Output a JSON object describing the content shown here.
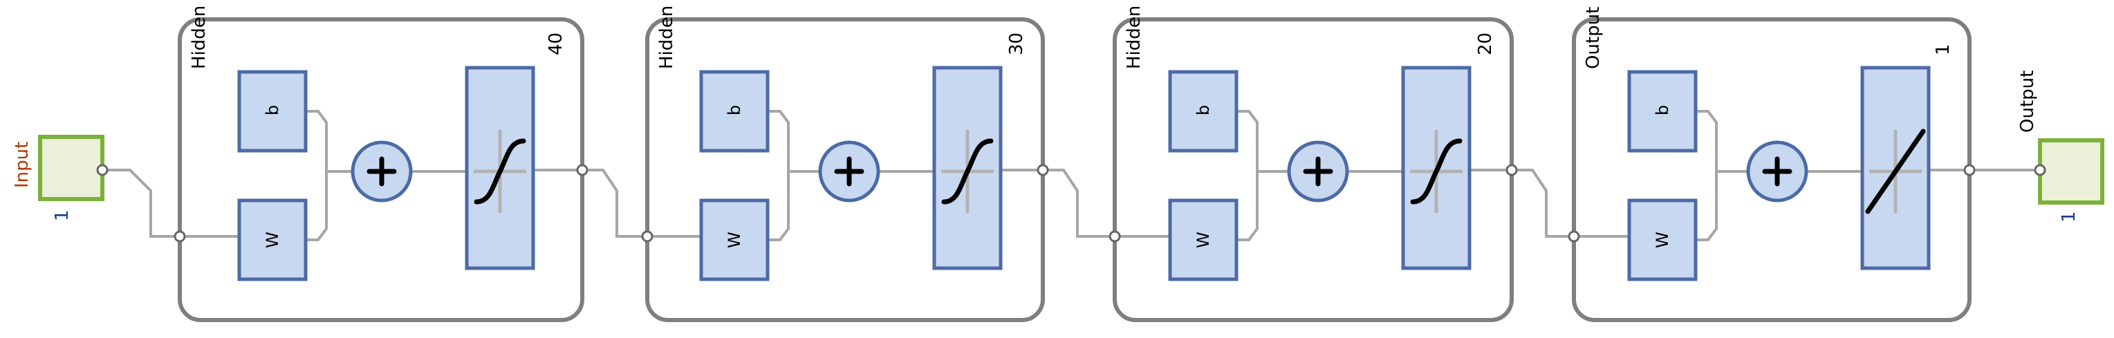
{
  "input": {
    "label": "Input",
    "size": "1",
    "label_color": "#b23a00"
  },
  "output": {
    "label": "Output",
    "size": "1",
    "label_color": "#000000"
  },
  "layers": [
    {
      "name": "Hidden 1",
      "size": "40",
      "bias_label": "b",
      "weight_label": "W",
      "transfer": "sigmoid"
    },
    {
      "name": "Hidden 2",
      "size": "30",
      "bias_label": "b",
      "weight_label": "W",
      "transfer": "sigmoid"
    },
    {
      "name": "Hidden 3",
      "size": "20",
      "bias_label": "b",
      "weight_label": "W",
      "transfer": "sigmoid"
    },
    {
      "name": "Output",
      "size": "1",
      "bias_label": "b",
      "weight_label": "W",
      "transfer": "linear"
    }
  ],
  "colors": {
    "layer_border": "#7f7f7f",
    "block_fill": "#c9d8f1",
    "block_border": "#4c6aa6",
    "io_fill": "#eaf1d8",
    "io_border": "#7bb13a",
    "connector": "#a6a6a6"
  },
  "icons": {
    "sum": "plus-icon",
    "sigmoid": "sigmoid-curve-icon",
    "linear": "linear-line-icon"
  }
}
